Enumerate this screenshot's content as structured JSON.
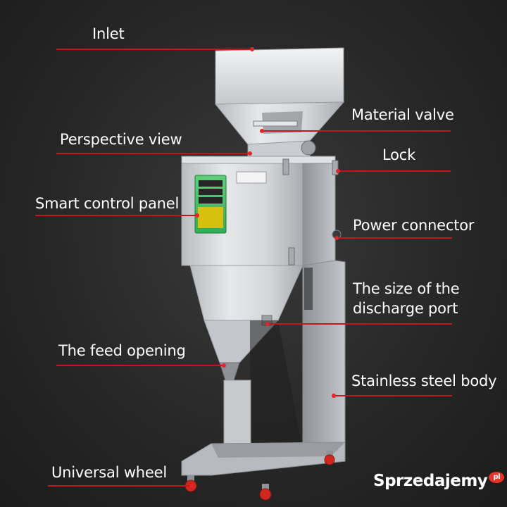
{
  "labels": {
    "inlet": "Inlet",
    "perspective_view": "Perspective view",
    "smart_control_panel": "Smart control panel",
    "the_feed_opening": "The feed opening",
    "universal_wheel": "Universal wheel",
    "material_valve": "Material valve",
    "lock": "Lock",
    "power_connector": "Power connector",
    "discharge_port_line1": "The size of the",
    "discharge_port_line2": "discharge port",
    "stainless_steel_body": "Stainless steel body"
  },
  "watermark": {
    "text": "Sprzedajemy",
    "badge": "pl"
  },
  "colors": {
    "background": "#262626",
    "leader_line": "#c4161c",
    "label_text": "#ffffff",
    "steel": "#cfd2d6",
    "wheel": "#d0281e"
  }
}
